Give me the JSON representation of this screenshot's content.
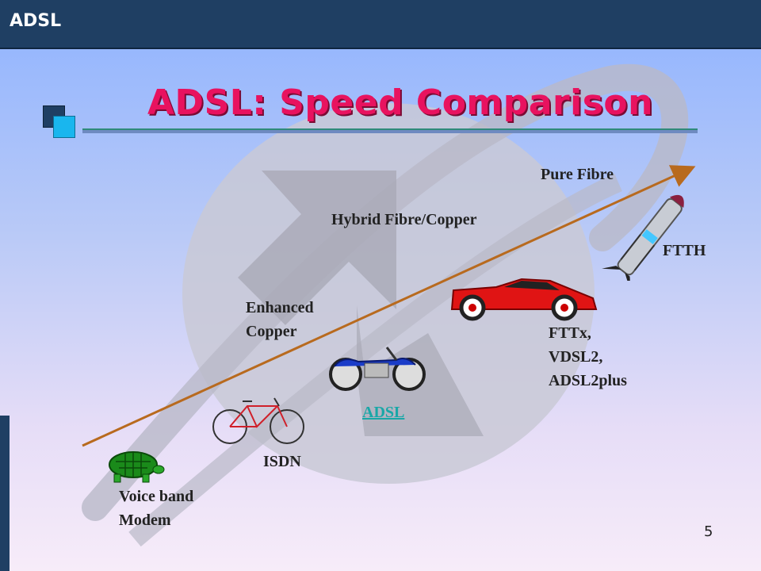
{
  "header": {
    "title": "ADSL"
  },
  "slide": {
    "title": "ADSL: Speed Comparison",
    "page_number": "5"
  },
  "labels": {
    "pure_fibre": "Pure Fibre",
    "hybrid": "Hybrid Fibre/Copper",
    "enhanced_1": "Enhanced",
    "enhanced_2": "Copper",
    "ftth": "FTTH",
    "fttx_1": "FTTx,",
    "fttx_2": "VDSL2,",
    "fttx_3": "ADSL2plus",
    "adsl": "ADSL",
    "isdn": "ISDN",
    "voice_1": "Voice band",
    "voice_2": "Modem"
  },
  "icons": [
    "turtle-icon",
    "bicycle-icon",
    "motorcycle-icon",
    "sports-car-icon",
    "rocket-icon",
    "arrow-icon"
  ],
  "colors": {
    "title": "#e8125f",
    "header_bg": "#1f3f63",
    "arrow": "#b86a1e",
    "link": "#19a7a7"
  }
}
